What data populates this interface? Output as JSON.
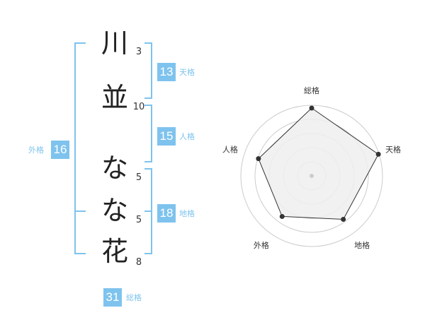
{
  "name": {
    "chars": [
      "川",
      "並",
      "な",
      "な",
      "花"
    ],
    "strokes": [
      "3",
      "10",
      "5",
      "5",
      "8"
    ]
  },
  "fortunes": {
    "tenkaku": {
      "value": "13",
      "label": "天格"
    },
    "jinkaku": {
      "value": "15",
      "label": "人格"
    },
    "chikaku": {
      "value": "18",
      "label": "地格"
    },
    "gaikaku": {
      "value": "16",
      "label": "外格"
    },
    "soukaku": {
      "value": "31",
      "label": "総格"
    }
  },
  "radar": {
    "axes": [
      "総格",
      "天格",
      "地格",
      "外格",
      "人格"
    ],
    "values": [
      0.96,
      0.99,
      0.76,
      0.71,
      0.79
    ],
    "line_color": "#333333",
    "fill_color": "#eeeeee",
    "ring_color": "#cccccc"
  }
}
